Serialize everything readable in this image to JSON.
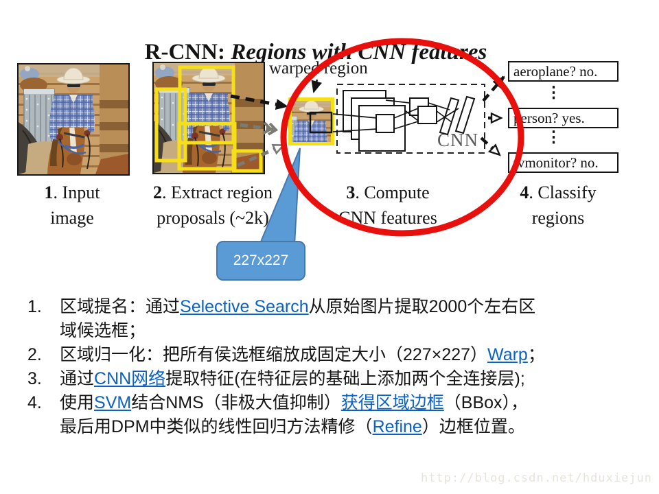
{
  "title": {
    "prefix": "R-CNN: ",
    "emphasis": "Regions with CNN features"
  },
  "diagram": {
    "warped_region_label": "warped region",
    "cnn_label": "CNN",
    "callout_text": "227x227",
    "classifiers": [
      {
        "label": "aeroplane? no."
      },
      {
        "label": "person? yes."
      },
      {
        "label": "tvmonitor? no."
      }
    ],
    "ellipsis": "⋮",
    "steps": [
      {
        "num": "1",
        "rest": ". Input",
        "line2": "image"
      },
      {
        "num": "2",
        "rest": ". Extract region",
        "line2": "proposals (~2k)"
      },
      {
        "num": "3",
        "rest": ". Compute",
        "line2": "CNN features"
      },
      {
        "num": "4",
        "rest": ". Classify",
        "line2": "regions"
      }
    ]
  },
  "notes": [
    {
      "number": "1.",
      "lines": [
        [
          {
            "t": "区域提名：通过"
          },
          {
            "t": "Selective Search",
            "link": true
          },
          {
            "t": "从原始图片提取2000个左右区"
          }
        ],
        [
          {
            "t": "域候选框；"
          }
        ]
      ]
    },
    {
      "number": "2.",
      "lines": [
        [
          {
            "t": "区域归一化：把所有侯选框缩放成固定大小（227×227）"
          },
          {
            "t": "Warp",
            "link": true
          },
          {
            "t": "；"
          }
        ]
      ]
    },
    {
      "number": "3.",
      "lines": [
        [
          {
            "t": "通过"
          },
          {
            "t": "CNN网络",
            "link": true
          },
          {
            "t": "提取特征(在特征层的基础上添加两个全连接层);"
          }
        ]
      ]
    },
    {
      "number": "4.",
      "lines": [
        [
          {
            "t": "使用"
          },
          {
            "t": "SVM",
            "link": true
          },
          {
            "t": "结合NMS（非极大值抑制）"
          },
          {
            "t": "获得区域边框",
            "link": true
          },
          {
            "t": "（BBox），"
          }
        ],
        [
          {
            "t": "最后用DPM中类似的线性回归方法精修（"
          },
          {
            "t": "Refine",
            "link": true
          },
          {
            "t": "）边框位置。"
          }
        ]
      ]
    }
  ],
  "watermark": "http://blog.csdn.net/hduxiejun",
  "colors": {
    "highlight_ellipse": "#e8100c",
    "proposal_box": "#f5df18",
    "callout_fill": "#5b9bd5",
    "callout_border": "#4678ab",
    "link": "#0b62c6",
    "cnn_text": "#595959",
    "arrow_gray": "#7b7b74"
  }
}
